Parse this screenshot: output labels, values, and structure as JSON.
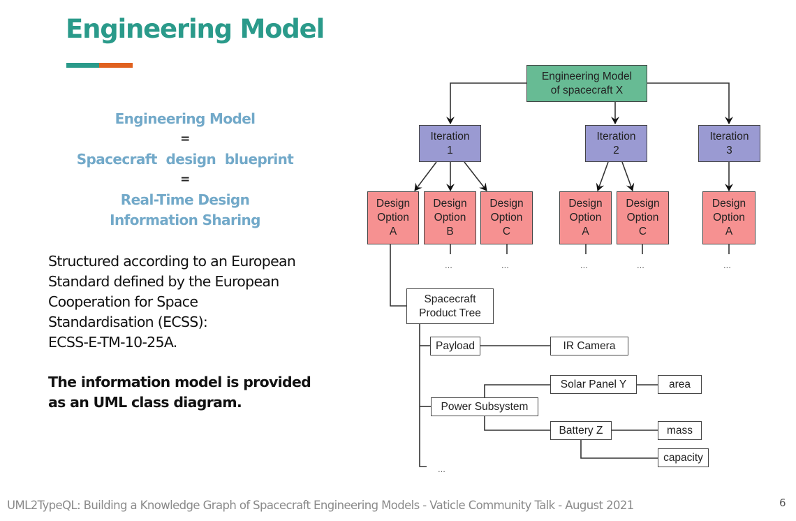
{
  "slide": {
    "title": "Engineering Model",
    "accent_colors": [
      "#2a9a8a",
      "#e0611f"
    ],
    "equation": {
      "line1": "Engineering Model",
      "eq1": "=",
      "line2": "Spacecraft  design  blueprint",
      "eq2": "=",
      "line3": "Real-Time Design",
      "line4": "Information Sharing"
    },
    "body": {
      "lines": [
        "Structured according to an European",
        "Standard defined by the European",
        "Cooperation for Space",
        "Standardisation (ECSS):",
        "ECSS-E-TM-10-25A."
      ],
      "bold_lines": [
        "The information model is provided",
        "as an UML class diagram."
      ]
    },
    "footer": "UML2TypeQL: Building a Knowledge Graph of Spacecraft Engineering Models - Vaticle Community Talk - August 2021",
    "page_number": "6"
  },
  "diagram": {
    "colors": {
      "root": "#67bb94",
      "iteration": "#9a9ad2",
      "option": "#f69191"
    },
    "root": "Engineering Model\nof spacecraft X",
    "iterations": [
      {
        "label": "Iteration\n1"
      },
      {
        "label": "Iteration\n2"
      },
      {
        "label": "Iteration\n3"
      }
    ],
    "options": [
      {
        "label": "Design\nOption\nA",
        "iteration": 1
      },
      {
        "label": "Design\nOption\nB",
        "iteration": 1
      },
      {
        "label": "Design\nOption\nC",
        "iteration": 1
      },
      {
        "label": "Design\nOption\nA",
        "iteration": 2
      },
      {
        "label": "Design\nOption\nC",
        "iteration": 2
      },
      {
        "label": "Design\nOption\nA",
        "iteration": 3
      }
    ],
    "ellipsis": "...",
    "product_tree": {
      "root": "Spacecraft\nProduct Tree",
      "payload": "Payload",
      "ir_camera": "IR Camera",
      "power": "Power Subsystem",
      "solar": "Solar Panel Y",
      "area": "area",
      "battery": "Battery Z",
      "mass": "mass",
      "capacity": "capacity"
    }
  }
}
